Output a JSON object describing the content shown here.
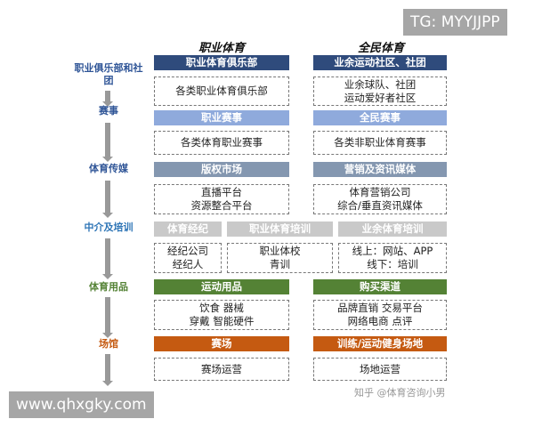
{
  "columns": {
    "left_title": "职业体育",
    "right_title": "全民体育"
  },
  "stages": [
    "职业俱乐部和社团",
    "赛事",
    "体育传媒",
    "中介及培训",
    "体育用品",
    "场馆"
  ],
  "rows": [
    {
      "left_header": "职业体育俱乐部",
      "right_header": "业余运动社区、社团",
      "left_box": [
        "各类职业体育俱乐部"
      ],
      "right_box": [
        "业余球队、社团",
        "运动爱好者社区"
      ],
      "color": "#2f4b7c"
    },
    {
      "left_header": "职业赛事",
      "right_header": "全民赛事",
      "left_box": [
        "各类体育职业赛事"
      ],
      "right_box": [
        "各类非职业体育赛事"
      ],
      "color": "#8faadc"
    },
    {
      "left_header": "版权市场",
      "right_header": "营销及资讯媒体",
      "left_box": [
        "直播平台",
        "资源整合平台"
      ],
      "right_box": [
        "体育营销公司",
        "综合/垂直资讯媒体"
      ],
      "color": "#8497b0"
    },
    {
      "headers": [
        "体育经纪",
        "职业体育培训",
        "业余体育培训"
      ],
      "boxes": [
        [
          "经纪公司",
          "经纪人"
        ],
        [
          "职业体校",
          "青训"
        ],
        [
          "线上：网站、APP",
          "线下：培训"
        ]
      ],
      "color": "#c9c9c9"
    },
    {
      "left_header": "运动用品",
      "right_header": "购买渠道",
      "left_box": [
        "饮食  器械",
        "穿戴  智能硬件"
      ],
      "right_box": [
        "品牌直销 交易平台",
        "网络电商 点评"
      ],
      "color": "#548235"
    },
    {
      "left_header": "赛场",
      "right_header": "训练/运动健身场地",
      "left_box": [
        "赛场运营"
      ],
      "right_box": [
        "场地运营"
      ],
      "color": "#c55a11"
    }
  ],
  "stage_colors": [
    "#2f5597",
    "#2f5597",
    "#2f5597",
    "#2e75b6",
    "#548235",
    "#c55a11"
  ],
  "watermark": "知乎 @体育咨询小男",
  "overlay_tg": "TG: MYYJJPP",
  "overlay_url": "www.qhxgky.com"
}
